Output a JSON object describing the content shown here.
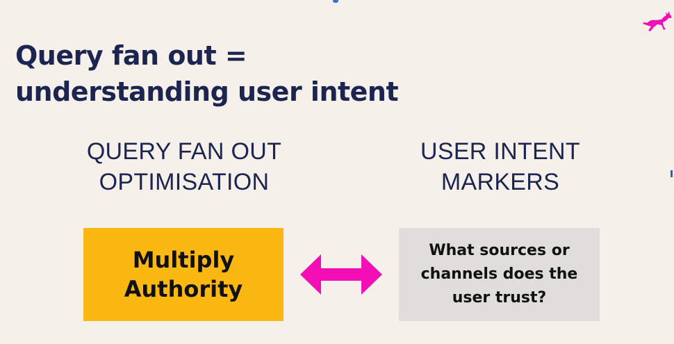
{
  "title": {
    "line1": "Query fan out =",
    "line2": "understanding user intent"
  },
  "left_column": {
    "heading_line1": "QUERY FAN OUT",
    "heading_line2": "OPTIMISATION",
    "box_line1": "Multiply",
    "box_line2": "Authority"
  },
  "right_column": {
    "heading_line1": "USER INTENT",
    "heading_line2": "MARKERS",
    "box_line1": "What sources or",
    "box_line2": "channels does the",
    "box_line3": "user trust?"
  },
  "icons": {
    "arrow": "double-headed-arrow-icon",
    "logo": "leaping-goat-logo-icon"
  },
  "colors": {
    "background": "#f5f0ea",
    "title": "#1c2450",
    "accent_yellow": "#fbb812",
    "accent_magenta": "#f20fb6",
    "box_gray": "#e0dedb"
  }
}
